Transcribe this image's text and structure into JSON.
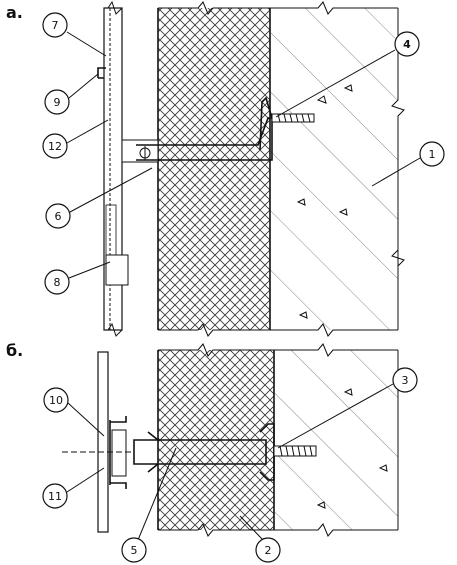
{
  "sections": {
    "a": "а.",
    "b": "б."
  },
  "callouts": {
    "c1": "1",
    "c2": "2",
    "c3": "3",
    "c4": "4",
    "c5": "5",
    "c6": "6",
    "c7": "7",
    "c8": "8",
    "c9": "9",
    "c10": "10",
    "c11": "11",
    "c12": "12"
  }
}
